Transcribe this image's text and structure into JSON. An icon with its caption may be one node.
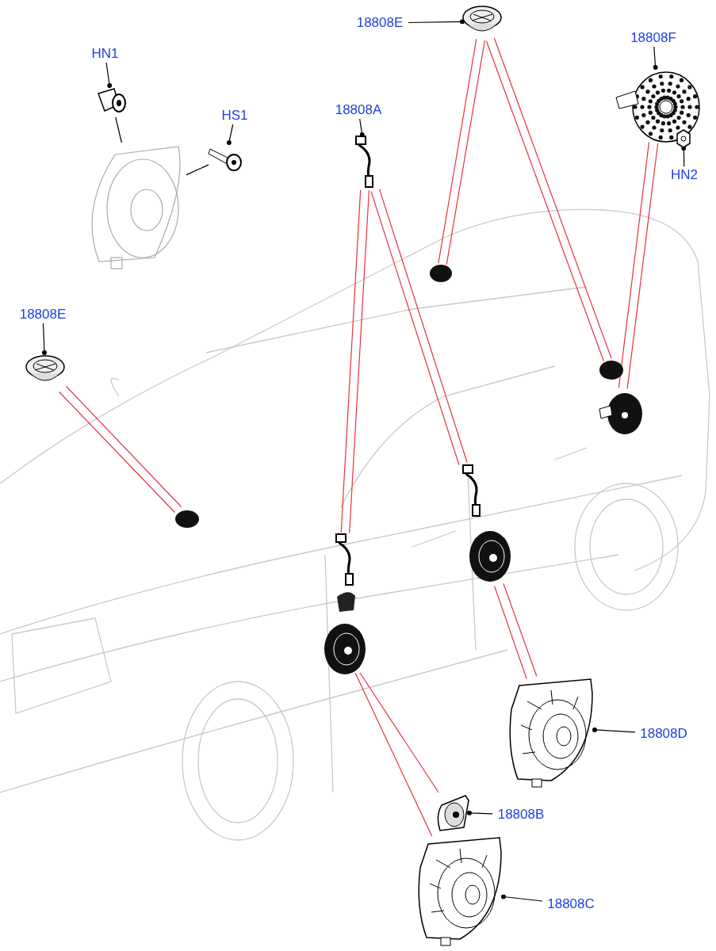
{
  "diagram": {
    "nodes": [
      {
        "text": [
          "HN1"
        ]
      },
      {
        "text": [],
        "shape": "picture"
      },
      {
        "text": [
          "HS1"
        ]
      },
      {
        "text": [],
        "shape": "picture"
      },
      {
        "text": [
          "18808E"
        ]
      },
      {
        "text": [],
        "shape": "picture"
      },
      {
        "text": [
          "18808F"
        ]
      },
      {
        "text": [],
        "shape": "picture"
      },
      {
        "text": [
          "HN2"
        ]
      },
      {
        "text": [],
        "shape": "picture"
      },
      {
        "text": [
          "18808A"
        ]
      },
      {
        "text": [],
        "shape": "picture"
      },
      {
        "text": [
          "18808E"
        ]
      },
      {
        "text": [],
        "shape": "picture"
      },
      {
        "text": [
          "18808D"
        ]
      },
      {
        "text": [],
        "shape": "picture"
      },
      {
        "text": [
          "18808B"
        ]
      },
      {
        "text": [],
        "shape": "picture"
      },
      {
        "text": [
          "18808C"
        ]
      },
      {
        "text": [],
        "shape": "picture"
      },
      {
        "text": [],
        "shape": "circle"
      },
      {
        "text": [],
        "shape": "circle"
      },
      {
        "text": [],
        "shape": "picture"
      },
      {
        "text": [],
        "shape": "circle"
      },
      {
        "text": [],
        "shape": "picture"
      },
      {
        "text": [],
        "shape": "picture"
      },
      {
        "text": [],
        "shape": "picture"
      },
      {
        "text": [],
        "shape": "picture"
      },
      {
        "text": [],
        "shape": "picture"
      }
    ],
    "edges": [
      {
        "from": 0,
        "to": 1,
        "arrow": "other",
        "color": "#000000"
      },
      {
        "from": 2,
        "to": 3,
        "arrow": "other",
        "color": "#000000"
      },
      {
        "from": 4,
        "to": 5,
        "arrow": "other",
        "color": "#000000"
      },
      {
        "from": 6,
        "to": 7,
        "arrow": "other",
        "color": "#000000"
      },
      {
        "from": 8,
        "to": 9,
        "arrow": "other",
        "color": "#000000"
      },
      {
        "from": 10,
        "to": 11,
        "arrow": "other",
        "color": "#000000"
      },
      {
        "from": 12,
        "to": 13,
        "arrow": "other",
        "color": "#000000"
      },
      {
        "from": 14,
        "to": 15,
        "arrow": "other",
        "color": "#000000"
      },
      {
        "from": 16,
        "to": 17,
        "arrow": "other",
        "color": "#000000"
      },
      {
        "from": 18,
        "to": 19,
        "arrow": "other",
        "color": "#000000"
      },
      {
        "from": 1,
        "to": 28,
        "arrow": "none",
        "color": "#000000"
      },
      {
        "from": 3,
        "to": 28,
        "arrow": "none",
        "color": "#000000"
      },
      {
        "from": 5,
        "to": 20,
        "arrow": "none",
        "color": "#e8323c"
      },
      {
        "from": 5,
        "to": 20,
        "arrow": "none",
        "color": "#e8323c"
      },
      {
        "from": 5,
        "to": 21,
        "arrow": "none",
        "color": "#e8323c"
      },
      {
        "from": 5,
        "to": 21,
        "arrow": "none",
        "color": "#e8323c"
      },
      {
        "from": 7,
        "to": 22,
        "arrow": "none",
        "color": "#e8323c"
      },
      {
        "from": 7,
        "to": 22,
        "arrow": "none",
        "color": "#e8323c"
      },
      {
        "from": 11,
        "to": 24,
        "arrow": "none",
        "color": "#e8323c"
      },
      {
        "from": 11,
        "to": 24,
        "arrow": "none",
        "color": "#e8323c"
      },
      {
        "from": 11,
        "to": 25,
        "arrow": "none",
        "color": "#e8323c"
      },
      {
        "from": 11,
        "to": 25,
        "arrow": "none",
        "color": "#e8323c"
      },
      {
        "from": 13,
        "to": 23,
        "arrow": "none",
        "color": "#e8323c"
      },
      {
        "from": 13,
        "to": 23,
        "arrow": "none",
        "color": "#e8323c"
      },
      {
        "from": 26,
        "to": 15,
        "arrow": "none",
        "color": "#e8323c"
      },
      {
        "from": 26,
        "to": 15,
        "arrow": "none",
        "color": "#e8323c"
      },
      {
        "from": 27,
        "to": 17,
        "arrow": "none",
        "color": "#e8323c"
      },
      {
        "from": 27,
        "to": 19,
        "arrow": "none",
        "color": "#e8323c"
      }
    ]
  }
}
